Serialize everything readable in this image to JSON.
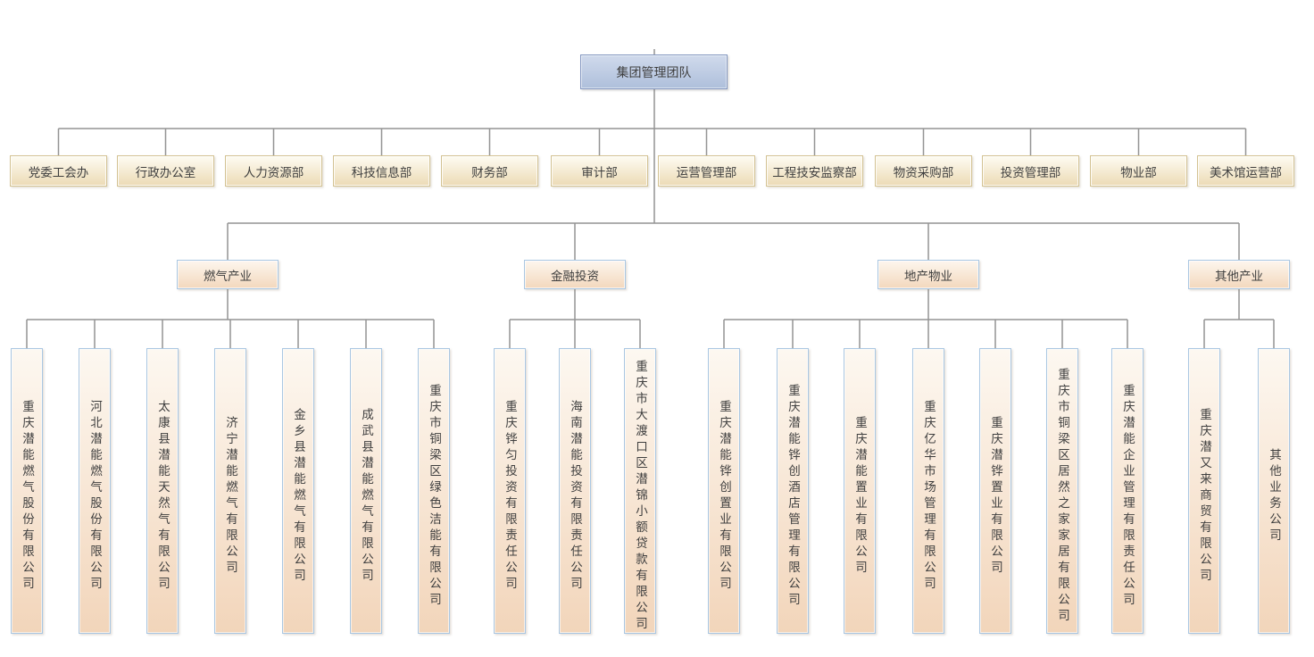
{
  "root": {
    "label": "集团管理团队"
  },
  "departments": [
    "党委工会办",
    "行政办公室",
    "人力资源部",
    "科技信息部",
    "财务部",
    "审计部",
    "运营管理部",
    "工程技安监察部",
    "物资采购部",
    "投资管理部",
    "物业部",
    "美术馆运营部"
  ],
  "categories": [
    {
      "label": "燃气产业",
      "children": [
        "重庆潜能燃气股份有限公司",
        "河北潜能燃气股份有限公司",
        "太康县潜能天然气有限公司",
        "济宁潜能燃气有限公司",
        "金乡县潜能燃气有限公司",
        "成武县潜能燃气有限公司",
        "重庆市铜梁区绿色洁能有限公司"
      ]
    },
    {
      "label": "金融投资",
      "children": [
        "重庆铧匀投资有限责任公司",
        "海南潜能投资有限责任公司",
        "重庆市大渡口区潜锦小额贷款有限公司"
      ]
    },
    {
      "label": "地产物业",
      "children": [
        "重庆潜能铧创置业有限公司",
        "重庆潜能铧创酒店管理有限公司",
        "重庆潜能置业有限公司",
        "重庆亿华市场管理有限公司",
        "重庆潜铧置业有限公司",
        "重庆市铜梁区居然之家家居有限公司",
        "重庆潜能企业管理有限责任公司"
      ]
    },
    {
      "label": "其他产业",
      "children": [
        "重庆潜又来商贸有限公司",
        "其他业务公司"
      ]
    }
  ],
  "colors": {
    "root_fill_top": "#d0daec",
    "root_fill_bottom": "#aebfdb",
    "root_border": "#8397c0",
    "dept_fill_top": "#fefcf2",
    "dept_fill_bottom": "#ecdbb5",
    "dept_border": "#d3c292",
    "peach_fill_top": "#fdf8f1",
    "peach_fill_bottom": "#f2d5ba",
    "peach_border": "#aac7e2",
    "connector_line": "#949494",
    "text": "#3f3f3f"
  }
}
